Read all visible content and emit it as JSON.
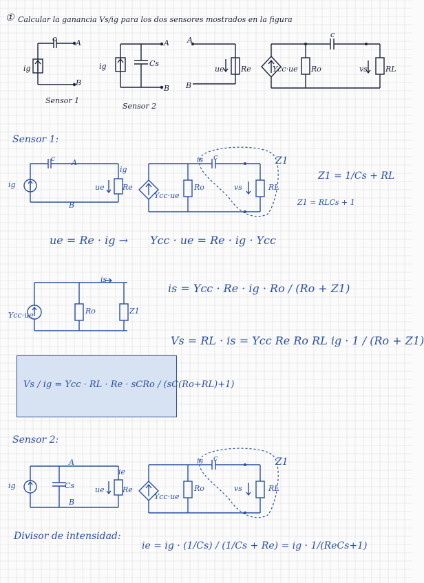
{
  "page": {
    "item_number": "①",
    "statement": "Calcular la ganancia Vs/ig para los dos sensores mostrados en la figura"
  },
  "figure": {
    "sensor1_caption": "Sensor 1",
    "sensor2_caption": "Sensor 2",
    "labels": {
      "ig": "ig",
      "A": "A",
      "B": "B",
      "c": "c",
      "C": "C",
      "Cs": "Cs",
      "ue": "ue",
      "Re": "Re",
      "Ro": "Ro",
      "RL": "RL",
      "vs": "vs",
      "dep_source": "Ycc·ue",
      "z1": "Z1",
      "is": "is",
      "ie": "ie",
      "ig_arrow": "ig"
    }
  },
  "sensor1": {
    "heading": "Sensor 1:",
    "z1_formula": "Z1 = 1/Cs + RL",
    "z1_simplified": "Z1 = RLCs + 1",
    "eq_ue": "ue = Re · ig →",
    "eq_ycc": "Ycc · ue = Re · ig · Ycc",
    "eq_is": "is = Ycc · Re · ig · Ro / (Ro + Z1)",
    "eq_vs": "Vs = RL · is = Ycc Re Ro RL ig · 1 / (Ro + Z1)",
    "result": "Vs / ig = Ycc · RL · Re · sCRo / (sC(Ro+RL)+1)"
  },
  "sensor2": {
    "heading": "Sensor 2:",
    "divider_label": "Divisor de intensidad:",
    "eq_ie": "ie = ig · (1/Cs) / (1/Cs + Re) = ig · 1/(ReCs+1)"
  }
}
